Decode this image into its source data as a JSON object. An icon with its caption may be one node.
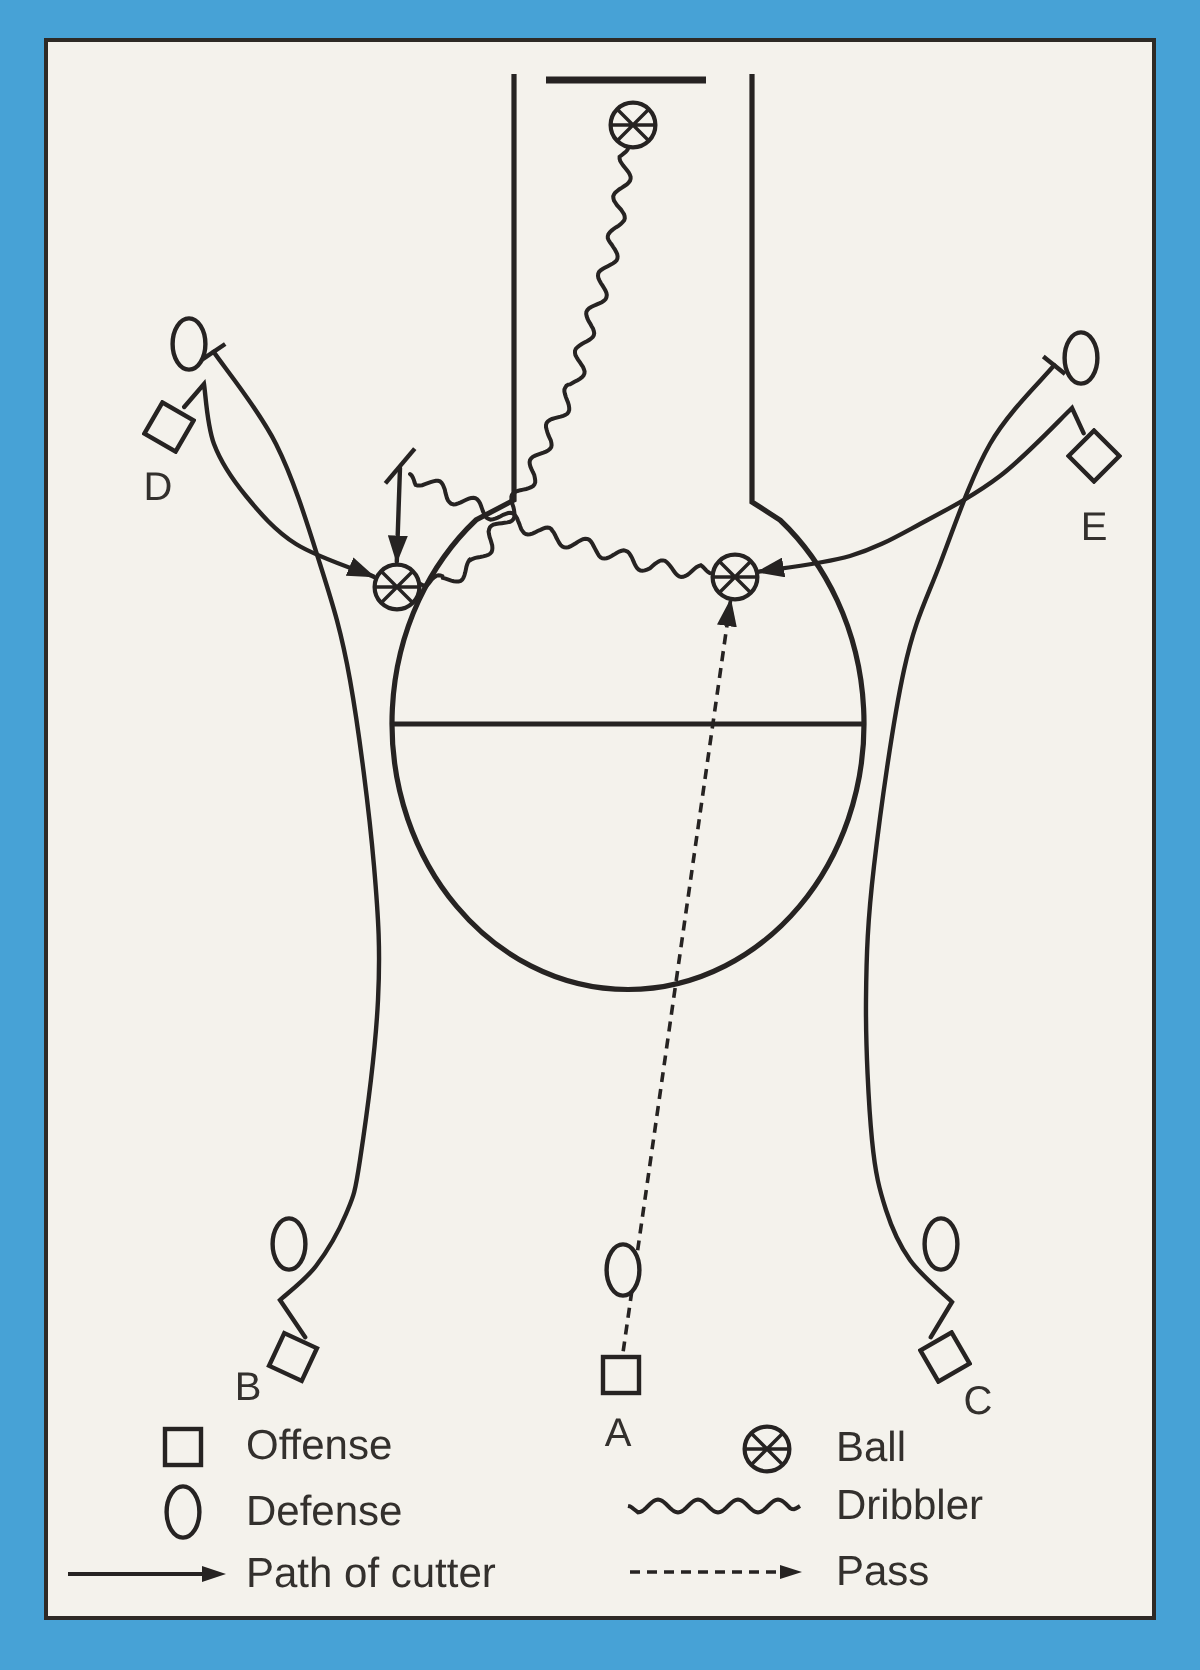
{
  "diagram": {
    "nodes": [
      {
        "text": [],
        "shape": "ball"
      },
      {
        "text": [],
        "shape": "oval"
      },
      {
        "text": [],
        "shape": "oval"
      },
      {
        "text": [],
        "shape": "box",
        "beside": [
          "D"
        ]
      },
      {
        "text": [],
        "shape": "box",
        "beside": [
          "E"
        ]
      },
      {
        "text": [],
        "shape": "ball"
      },
      {
        "text": [],
        "shape": "ball"
      },
      {
        "text": [],
        "shape": "oval"
      },
      {
        "text": [],
        "shape": "oval"
      },
      {
        "text": [],
        "shape": "oval"
      },
      {
        "text": [],
        "shape": "box",
        "beside": [
          "B"
        ]
      },
      {
        "text": [],
        "shape": "box",
        "beside": [
          "A"
        ]
      },
      {
        "text": [],
        "shape": "box",
        "beside": [
          "C"
        ]
      }
    ],
    "edges": [
      {
        "from": 0,
        "to": 5,
        "arrow": "none"
      },
      {
        "from": null,
        "to": 5,
        "arrow": "to"
      },
      {
        "from": null,
        "to": 6,
        "arrow": "none"
      },
      {
        "from": 3,
        "to": 5,
        "arrow": "to"
      },
      {
        "from": 4,
        "to": 6,
        "arrow": "to"
      },
      {
        "from": 10,
        "to": 1,
        "arrow": "other"
      },
      {
        "from": 12,
        "to": 2,
        "arrow": "other"
      },
      {
        "from": 11,
        "to": 6,
        "arrow": "to",
        "style": "dashed"
      }
    ],
    "legend": [
      {
        "text": "Offense"
      },
      {
        "text": "Defense"
      },
      {
        "text": "Path of cutter"
      },
      {
        "text": "Ball"
      },
      {
        "text": "Dribbler"
      },
      {
        "text": "Pass"
      }
    ]
  }
}
